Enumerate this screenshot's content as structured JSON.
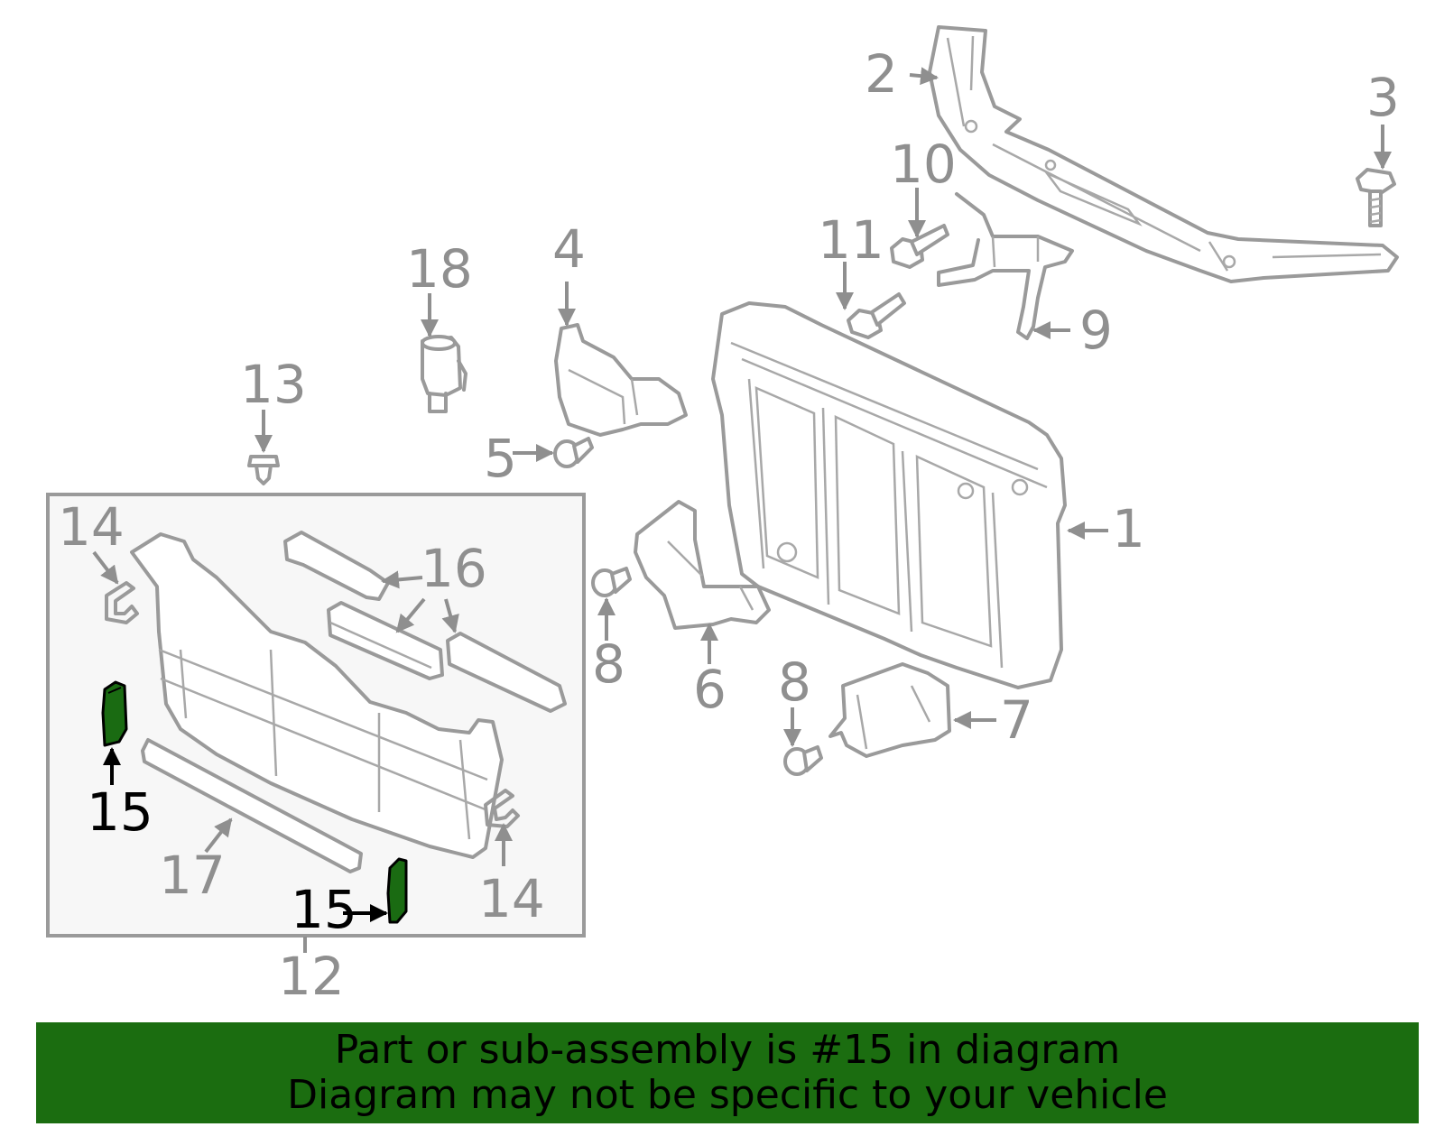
{
  "colors": {
    "highlight_green": "#1a6b12",
    "banner_green": "#1b6d10",
    "callout_gray": "#8f8f8f",
    "line_gray": "#9a9a9a"
  },
  "callouts": {
    "c1": "1",
    "c2": "2",
    "c3": "3",
    "c4": "4",
    "c5": "5",
    "c6": "6",
    "c7": "7",
    "c8a": "8",
    "c8b": "8",
    "c9": "9",
    "c10": "10",
    "c11": "11",
    "c12": "12",
    "c13": "13",
    "c14a": "14",
    "c14b": "14",
    "c15a": "15",
    "c15b": "15",
    "c16": "16",
    "c17": "17",
    "c18": "18"
  },
  "banner": {
    "line1": "Part or sub-assembly is #15 in diagram",
    "line2": "Diagram may not be specific to your vehicle"
  }
}
